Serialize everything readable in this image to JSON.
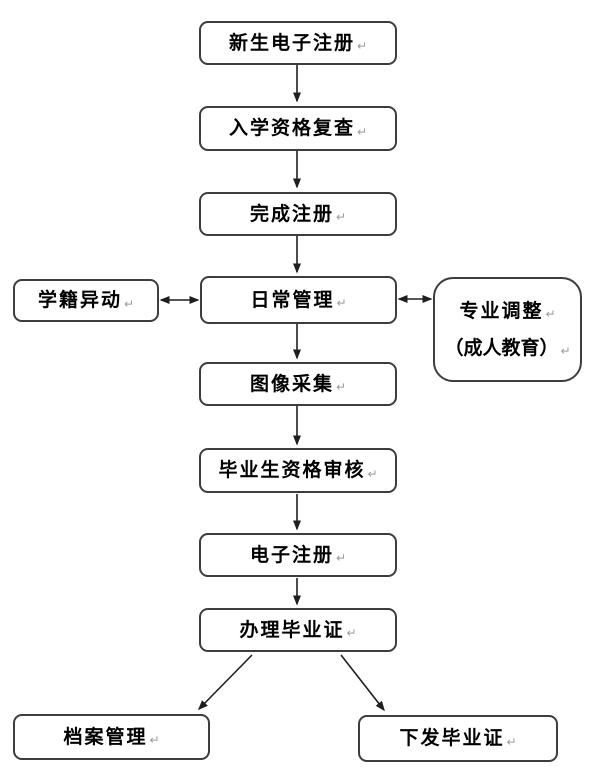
{
  "diagram": {
    "type": "flowchart",
    "background": "#ffffff",
    "colors": {
      "node_border": "#3d3d3d",
      "node_fill": "#ffffff",
      "label_text": "#000000",
      "arrow": "#1f1f1f",
      "return_mark": "#9a9a9a"
    }
  },
  "marks": {
    "return_mark": "↵"
  },
  "nodes": [
    {
      "id": "new-student-e-registration",
      "label": "新生电子注册"
    },
    {
      "id": "admission-qualification-recheck",
      "label": "入学资格复查"
    },
    {
      "id": "complete-registration",
      "label": "完成注册"
    },
    {
      "id": "daily-management",
      "label": "日常管理"
    },
    {
      "id": "student-status-change",
      "label": "学籍异动"
    },
    {
      "id": "major-adjustment",
      "label": "专业调整",
      "label2": "（成人教育）"
    },
    {
      "id": "image-collection",
      "label": "图像采集"
    },
    {
      "id": "graduate-qualification-review",
      "label": "毕业生资格审核"
    },
    {
      "id": "e-registration",
      "label": "电子注册"
    },
    {
      "id": "process-graduation-certificate",
      "label": "办理毕业证"
    },
    {
      "id": "archive-management",
      "label": "档案管理"
    },
    {
      "id": "issue-graduation-certificate",
      "label": "下发毕业证"
    }
  ],
  "edges": [
    {
      "from": "new-student-e-registration",
      "to": "admission-qualification-recheck",
      "type": "down"
    },
    {
      "from": "admission-qualification-recheck",
      "to": "complete-registration",
      "type": "down"
    },
    {
      "from": "complete-registration",
      "to": "daily-management",
      "type": "down"
    },
    {
      "from": "daily-management",
      "to": "student-status-change",
      "type": "bidirectional"
    },
    {
      "from": "daily-management",
      "to": "major-adjustment",
      "type": "bidirectional"
    },
    {
      "from": "daily-management",
      "to": "image-collection",
      "type": "down"
    },
    {
      "from": "image-collection",
      "to": "graduate-qualification-review",
      "type": "down"
    },
    {
      "from": "graduate-qualification-review",
      "to": "e-registration",
      "type": "down"
    },
    {
      "from": "e-registration",
      "to": "process-graduation-certificate",
      "type": "down"
    },
    {
      "from": "process-graduation-certificate",
      "to": "archive-management",
      "type": "diagonal"
    },
    {
      "from": "process-graduation-certificate",
      "to": "issue-graduation-certificate",
      "type": "diagonal"
    }
  ]
}
